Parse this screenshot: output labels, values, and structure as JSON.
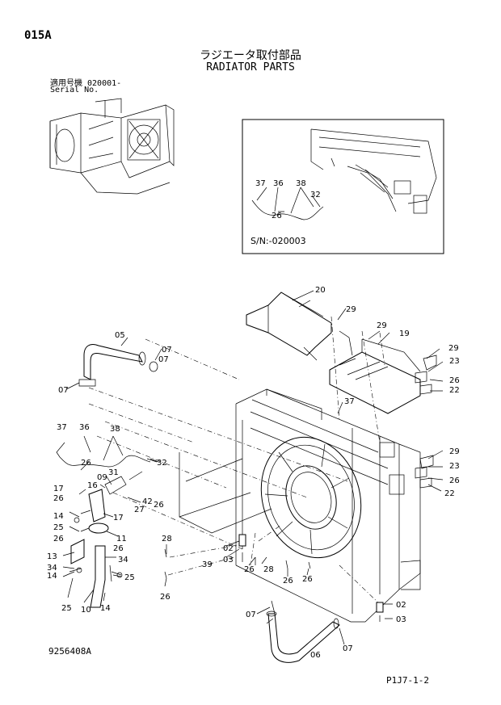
{
  "header": {
    "page_code": "015A",
    "title_jp": "ラジエータ取付部品",
    "title_en": "RADIATOR PARTS",
    "serial_jp": "適用号機 020001-",
    "serial_en": "Serial No."
  },
  "inset": {
    "serial_range": "S/N:-020003",
    "callouts": [
      "37",
      "36",
      "38",
      "32",
      "26"
    ]
  },
  "callouts": {
    "c20": "20",
    "c29a": "29",
    "c29b": "29",
    "c19": "19",
    "c29c": "29",
    "c23a": "23",
    "c26a": "26",
    "c22a": "22",
    "c05": "05",
    "c07a": "07",
    "c07b": "07",
    "c37": "37",
    "c37b": "37",
    "c36": "36",
    "c38": "38",
    "c26b": "26",
    "c32": "32",
    "c31": "31",
    "c09": "09",
    "c16": "16",
    "c17a": "17",
    "c26c": "26",
    "c42": "42",
    "c27": "27",
    "c17b": "17",
    "c26d": "26",
    "c14a": "14",
    "c25a": "25",
    "c26e": "26",
    "c11": "11",
    "c13": "13",
    "c34a": "34",
    "c34b": "34",
    "c14b": "14",
    "c25b": "25",
    "c25c": "25",
    "c10": "10",
    "c14c": "14",
    "c26f": "26",
    "c28a": "28",
    "c02a": "02",
    "c03a": "03",
    "c39": "39",
    "c28b": "28",
    "c26g": "26",
    "c26h": "26",
    "c26i": "26",
    "c26j": "26",
    "c29d": "29",
    "c23b": "23",
    "c26k": "26",
    "c22b": "22",
    "c07c": "07",
    "c06": "06",
    "c07d": "07",
    "c02b": "02",
    "c03b": "03"
  },
  "footer": {
    "drawing_no": "9256408A",
    "page_ref": "P1J7-1-2"
  }
}
